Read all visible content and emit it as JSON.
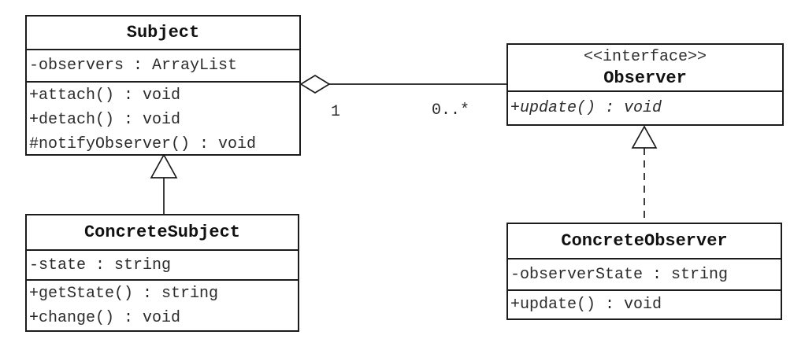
{
  "classes": {
    "subject": {
      "name": "Subject",
      "attributes": [
        "-observers : ArrayList"
      ],
      "methods": [
        "+attach() : void",
        "+detach() : void",
        "#notifyObserver() : void"
      ]
    },
    "observer": {
      "stereotype": "<<interface>>",
      "name": "Observer",
      "methods": [
        "+update() : void"
      ]
    },
    "concrete_subject": {
      "name": "ConcreteSubject",
      "attributes": [
        "-state : string"
      ],
      "methods": [
        "+getState() : string",
        "+change() : void"
      ]
    },
    "concrete_observer": {
      "name": "ConcreteObserver",
      "attributes": [
        "-observerState : string"
      ],
      "methods": [
        "+update() : void"
      ]
    }
  },
  "relationships": {
    "subject_observer_aggregation": {
      "type": "aggregation",
      "from": "Subject",
      "to": "Observer",
      "from_multiplicity": "1",
      "to_multiplicity": "0..*"
    },
    "concrete_subject_generalization": {
      "type": "generalization",
      "from": "ConcreteSubject",
      "to": "Subject"
    },
    "concrete_observer_realization": {
      "type": "realization",
      "from": "ConcreteObserver",
      "to": "Observer"
    }
  },
  "colors": {
    "line": "#1c1c1c",
    "text": "#2b2b2b",
    "background": "#ffffff"
  }
}
